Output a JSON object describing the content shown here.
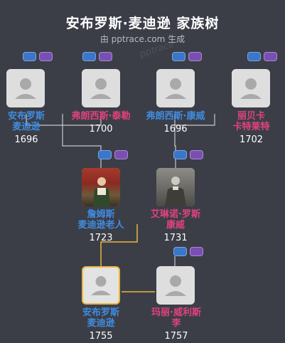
{
  "header": {
    "title": "安布罗斯·麦迪逊 家族树",
    "subtitle": "由 pptrace.com 生成",
    "watermark": "pptrace"
  },
  "colors": {
    "background": "#3b3e47",
    "male": "#3f8ce0",
    "female": "#e2427e",
    "highlight": "#e9b53c",
    "connector": "#c8c8c8"
  },
  "people": [
    {
      "id": "p1",
      "name_line1": "安布罗斯",
      "name_line2": "麦迪逊",
      "year": "1696",
      "gender": "male"
    },
    {
      "id": "p2",
      "name_line1": "弗朗西斯·泰勒",
      "name_line2": "",
      "year": "1700",
      "gender": "female"
    },
    {
      "id": "p3",
      "name_line1": "弗朗西斯·康威",
      "name_line2": "",
      "year": "1696",
      "gender": "male"
    },
    {
      "id": "p4",
      "name_line1": "丽贝卡",
      "name_line2": "卡特莱特",
      "year": "1702",
      "gender": "female"
    },
    {
      "id": "p5",
      "name_line1": "詹姆斯",
      "name_line2": "麦迪逊老人",
      "year": "1723",
      "gender": "male"
    },
    {
      "id": "p6",
      "name_line1": "艾琳诺·罗斯",
      "name_line2": "康威",
      "year": "1731",
      "gender": "female"
    },
    {
      "id": "p7",
      "name_line1": "安布罗斯",
      "name_line2": "麦迪逊",
      "year": "1755",
      "gender": "male"
    },
    {
      "id": "p8",
      "name_line1": "玛丽·威利斯",
      "name_line2": "李",
      "year": "1757",
      "gender": "female"
    }
  ]
}
